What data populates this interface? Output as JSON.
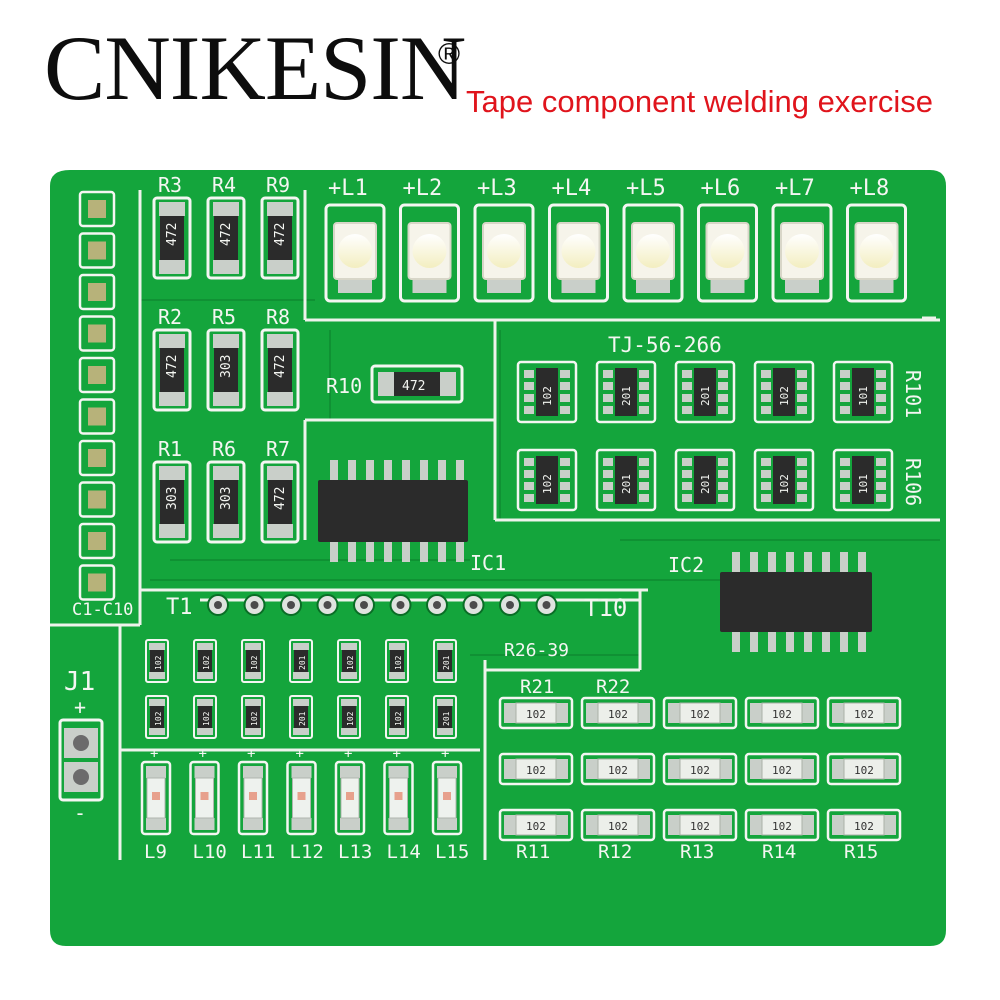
{
  "brand": {
    "name": "CNIKESIN",
    "registered_mark": "®"
  },
  "tagline": "Tape component welding exercise",
  "colors": {
    "board": "#14a53c",
    "silkscreen": "#f4f6f2",
    "pad": "#c9cfc9",
    "chip": "#2b2b2b",
    "led_light": "#fffbe0",
    "tagline": "#e0141c"
  },
  "board": {
    "leds_top": [
      "+L1",
      "+L2",
      "+L3",
      "+L4",
      "+L5",
      "+L6",
      "+L7",
      "+L8"
    ],
    "resistors_upper": [
      {
        "label": "R3",
        "code": "472"
      },
      {
        "label": "R4",
        "code": "472"
      },
      {
        "label": "R9",
        "code": "472"
      },
      {
        "label": "R2",
        "code": "472"
      },
      {
        "label": "R5",
        "code": "303"
      },
      {
        "label": "R8",
        "code": "472"
      },
      {
        "label": "R1",
        "code": "303"
      },
      {
        "label": "R6",
        "code": "303"
      },
      {
        "label": "R7",
        "code": "472"
      }
    ],
    "r10": {
      "label": "R10",
      "code": "472"
    },
    "array_title": "TJ-56-266",
    "array_codes": [
      "102",
      "201",
      "201",
      "102",
      "101",
      "102",
      "201",
      "201",
      "102",
      "101"
    ],
    "array_range_top": "R101",
    "array_range_bottom": "R106",
    "cap_label": "C1-C10",
    "ic1": "IC1",
    "ic2": "IC2",
    "test_points": {
      "start": "T1",
      "end": "T10",
      "count": 10
    },
    "r26_label": "R26-39",
    "small_codes": [
      "102",
      "102",
      "102",
      "201",
      "102",
      "102",
      "201"
    ],
    "leds_bottom": [
      "L9",
      "L10",
      "L11",
      "L12",
      "L13",
      "L14",
      "L15"
    ],
    "j1": {
      "label": "J1",
      "plus": "+",
      "minus": "-"
    },
    "r_right_top": [
      "R21",
      "R22"
    ],
    "r_right_bottom": [
      "R11",
      "R12",
      "R13",
      "R14",
      "R15"
    ],
    "r_right_code": "102"
  }
}
